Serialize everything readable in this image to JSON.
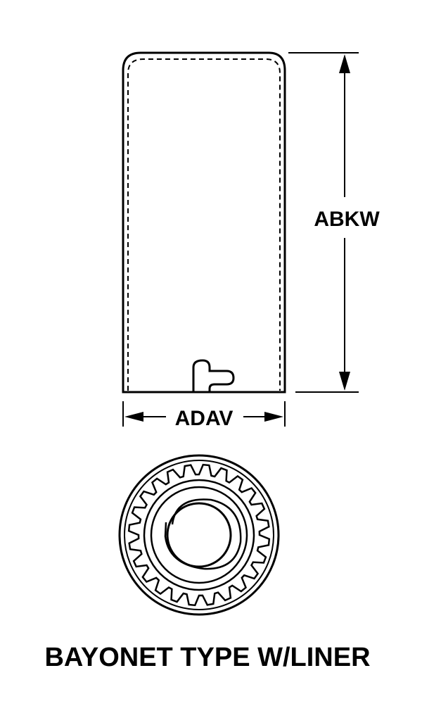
{
  "dimensions": {
    "height_label": "ABKW",
    "width_label": "ADAV"
  },
  "caption": "BAYONET TYPE W/LINER",
  "colors": {
    "ink": "#000000",
    "background": "#ffffff"
  }
}
